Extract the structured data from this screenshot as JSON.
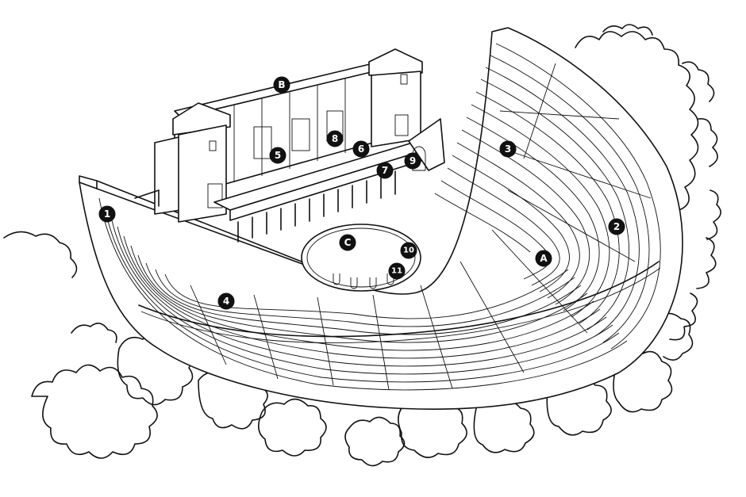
{
  "figure": {
    "description_icons": [
      "trees-icon",
      "theatre-icon"
    ]
  },
  "markers": {
    "m1": "1",
    "m2": "2",
    "m3": "3",
    "m4": "4",
    "m5": "5",
    "m6": "6",
    "m7": "7",
    "m8": "8",
    "m9": "9",
    "m10": "10",
    "m11": "11",
    "mA": "A",
    "mB": "B",
    "mC": "C"
  }
}
